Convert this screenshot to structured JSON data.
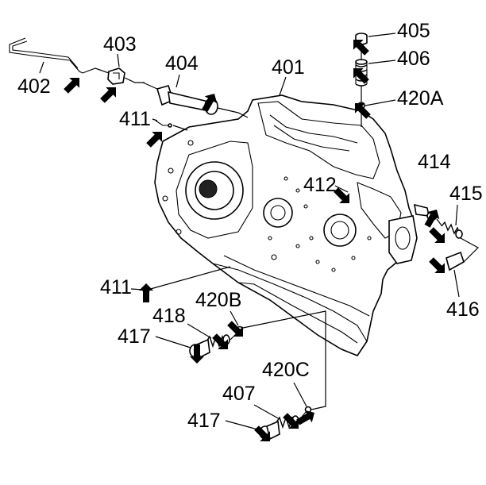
{
  "labels": {
    "c402": "402",
    "c403": "403",
    "c404": "404",
    "c401": "401",
    "c405": "405",
    "c406": "406",
    "c420a": "420A",
    "c411_top": "411",
    "c412": "412",
    "c414": "414",
    "c415": "415",
    "c416": "416",
    "c411_bottom": "411",
    "c420b": "420B",
    "c418": "418",
    "c417_mid": "417",
    "c420c": "420C",
    "c407": "407",
    "c417_bottom": "417"
  }
}
